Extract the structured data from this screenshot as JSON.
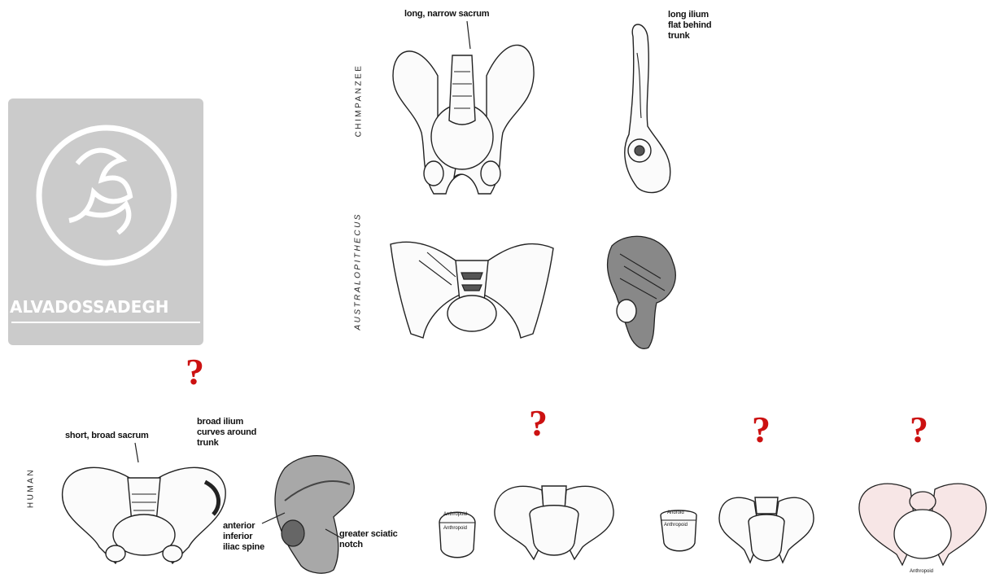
{
  "watermark": {
    "text": "ALVADOSSADEGH"
  },
  "species": {
    "chimpanzee": "CHIMPANZEE",
    "australopithecus": "AUSTRALOPITHECUS",
    "human": "HUMAN"
  },
  "labels": {
    "long_narrow_sacrum": "long, narrow sacrum",
    "long_ilium": [
      "long ilium",
      "flat behind",
      "trunk"
    ],
    "short_broad_sacrum": "short, broad sacrum",
    "broad_ilium": [
      "broad ilium",
      "curves around",
      "trunk"
    ],
    "aiis": [
      "anterior",
      "inferior",
      "iliac spine"
    ],
    "sciatic": [
      "greater sciatic",
      "notch"
    ]
  },
  "question_mark": "?",
  "small_labels": {
    "anthropoid": "Anthropoid",
    "android": "Android"
  }
}
